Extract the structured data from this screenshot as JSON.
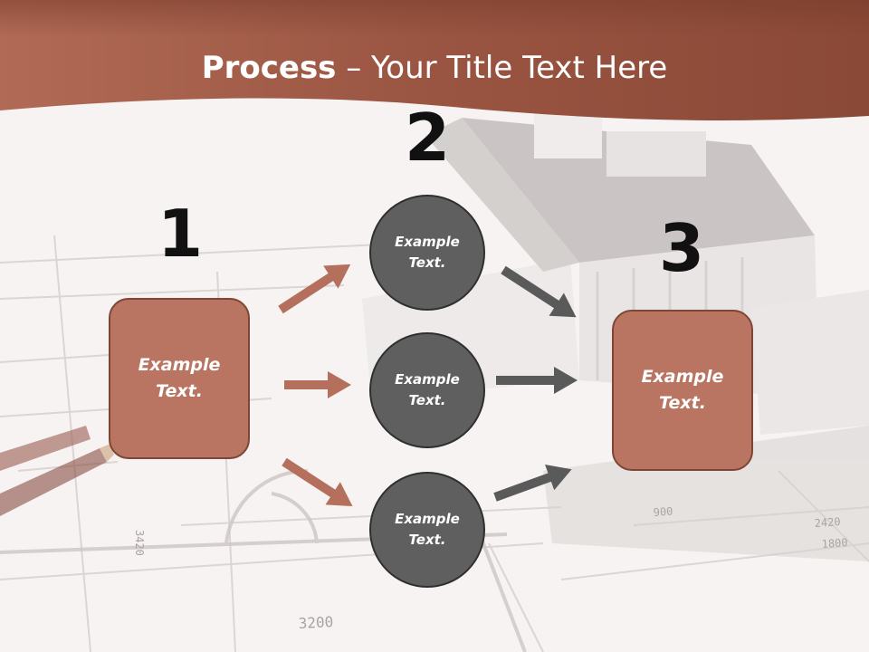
{
  "slide": {
    "title_bold": "Process",
    "title_rest": " – Your Title Text Here",
    "steps": [
      "1",
      "2",
      "3"
    ],
    "source_box_text": [
      "Example",
      "Text."
    ],
    "middle_circles": [
      {
        "lines": [
          "Example",
          "Text."
        ]
      },
      {
        "lines": [
          "Example",
          "Text."
        ]
      },
      {
        "lines": [
          "Example",
          "Text."
        ]
      }
    ],
    "target_box_text": [
      "Example",
      "Text."
    ]
  },
  "background": {
    "plan_labels": [
      "3200",
      "900",
      "1800",
      "2420",
      "3420"
    ]
  },
  "colors": {
    "header_band": "#a65f4b",
    "box_fill": "#b97561",
    "box_border": "#7e4636",
    "circle_fill": "#5f5f5f",
    "circle_border": "#2f2f2f",
    "arrow_terracotta": "#b56f5d",
    "arrow_grey": "#5a5a5a"
  }
}
